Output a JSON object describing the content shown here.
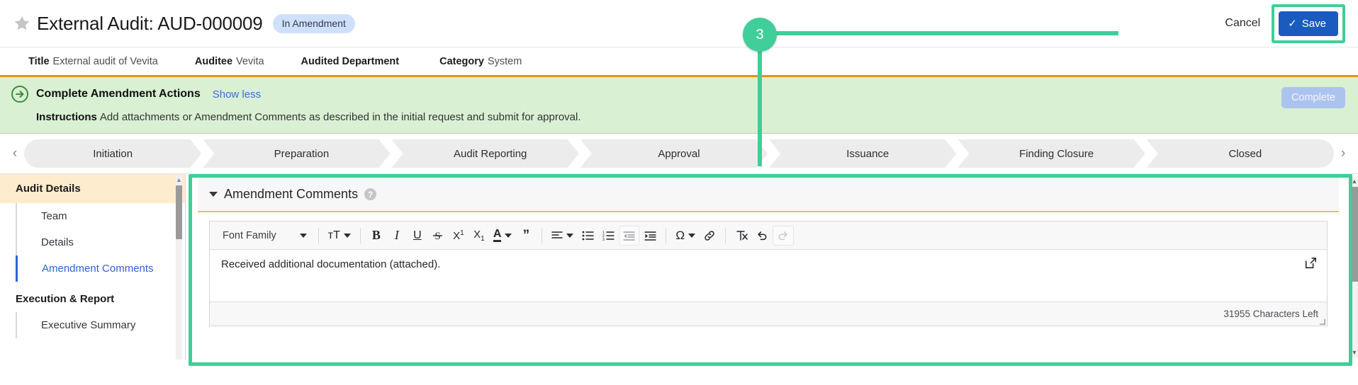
{
  "header": {
    "star_icon": "star-icon",
    "title": "External Audit: AUD-000009",
    "status": "In Amendment",
    "cancel_label": "Cancel",
    "save_label": "Save",
    "save_check": "✓",
    "accent_save_bg": "#1a5bbf",
    "highlight_color": "#3ecf98"
  },
  "fields": [
    {
      "label": "Title",
      "value": "External audit of Vevita"
    },
    {
      "label": "Auditee",
      "value": "Vevita"
    },
    {
      "label": "Audited Department",
      "value": ""
    },
    {
      "label": "Category",
      "value": "System"
    }
  ],
  "banner": {
    "icon": "arrow-right-circle-icon",
    "title": "Complete Amendment Actions",
    "toggle_label": "Show less",
    "instructions_label": "Instructions",
    "instructions_text": "Add attachments or Amendment Comments as described in the initial request and submit for approval.",
    "complete_label": "Complete",
    "bg_color": "#d9f0d3",
    "top_border_color": "#e8930c"
  },
  "stages": {
    "prev_icon": "‹",
    "next_icon": "›",
    "items": [
      {
        "label": "Initiation"
      },
      {
        "label": "Preparation"
      },
      {
        "label": "Audit Reporting"
      },
      {
        "label": "Approval"
      },
      {
        "label": "Issuance"
      },
      {
        "label": "Finding Closure"
      },
      {
        "label": "Closed"
      }
    ]
  },
  "sidebar": {
    "groups": [
      {
        "heading": "Audit Details",
        "highlighted": true,
        "items": [
          {
            "label": "Team",
            "active": false
          },
          {
            "label": "Details",
            "active": false
          },
          {
            "label": "Amendment Comments",
            "active": true
          }
        ]
      },
      {
        "heading": "Execution & Report",
        "highlighted": false,
        "items": [
          {
            "label": "Executive Summary",
            "active": false
          }
        ]
      }
    ]
  },
  "panel": {
    "title": "Amendment Comments",
    "help_icon": "help-icon",
    "help_glyph": "?",
    "collapse_icon": "caret-down-icon",
    "accent_underline": "#f0b960"
  },
  "editor": {
    "toolbar": {
      "font_family_label": "Font Family",
      "font_size_label": "ᴛT",
      "bold": "B",
      "italic": "I",
      "underline": "U",
      "strikethrough": "S",
      "superscript": "X",
      "superscript_sup": "1",
      "subscript": "X",
      "subscript_sub": "1",
      "text_color": "A",
      "blockquote": "”",
      "align": "≡",
      "bullet_list": "☰",
      "numbered_list": "☰",
      "outdent": "outdent-icon",
      "indent": "indent-icon",
      "special_char": "Ω",
      "link": "link-icon",
      "clear_format": "clear-format-icon",
      "undo": "↺",
      "redo": "↻"
    },
    "content": "Received additional documentation (attached).",
    "expand_icon": "expand-icon",
    "char_count": "31955 Characters Left"
  },
  "annotation": {
    "step_number": "3",
    "color": "#3ecf98"
  }
}
